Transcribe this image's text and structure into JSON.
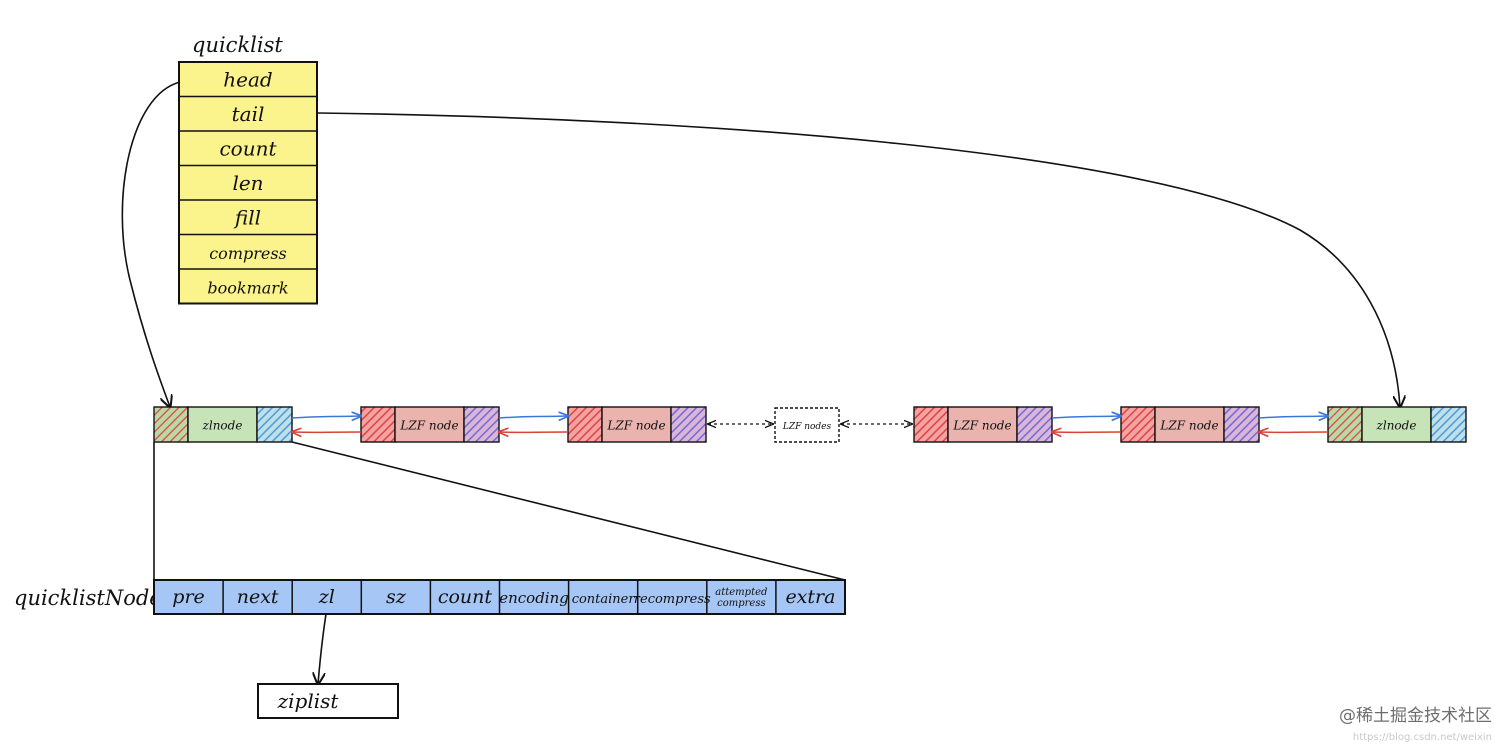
{
  "quicklist": {
    "title": "quicklist",
    "fields": [
      "head",
      "tail",
      "count",
      "len",
      "fill",
      "compress",
      "bookmark"
    ],
    "fill_color": "#fbf38c"
  },
  "linked_nodes": {
    "nodes": [
      {
        "label": "zlnode",
        "kind": "plain"
      },
      {
        "label": "LZF node",
        "kind": "compressed"
      },
      {
        "label": "LZF node",
        "kind": "compressed"
      },
      {
        "label": "LZF nodes",
        "kind": "ellipsis"
      },
      {
        "label": "LZF node",
        "kind": "compressed"
      },
      {
        "label": "LZF node",
        "kind": "compressed"
      },
      {
        "label": "zlnode",
        "kind": "plain"
      }
    ],
    "colors": {
      "plain_center": "#c6e4b8",
      "compressed_center": "#eab3ad",
      "prev_hatch": "#e04343",
      "next_hatch_plain": "#4c9be0",
      "next_hatch_compressed": "#7468d6",
      "forward_arrow": "#3a78d8",
      "back_arrow": "#d6433a"
    }
  },
  "quicklistNode": {
    "title": "quicklistNode",
    "fields": [
      "pre",
      "next",
      "zl",
      "sz",
      "count",
      "encoding",
      "container",
      "recompress",
      "attempted compress",
      "extra"
    ],
    "fill_color": "#a6c6f5"
  },
  "ziplist": {
    "label": "ziplist"
  },
  "watermark": {
    "text": "@稀土掘金技术社区",
    "url": "https://blog.csdn.net/weixin"
  }
}
